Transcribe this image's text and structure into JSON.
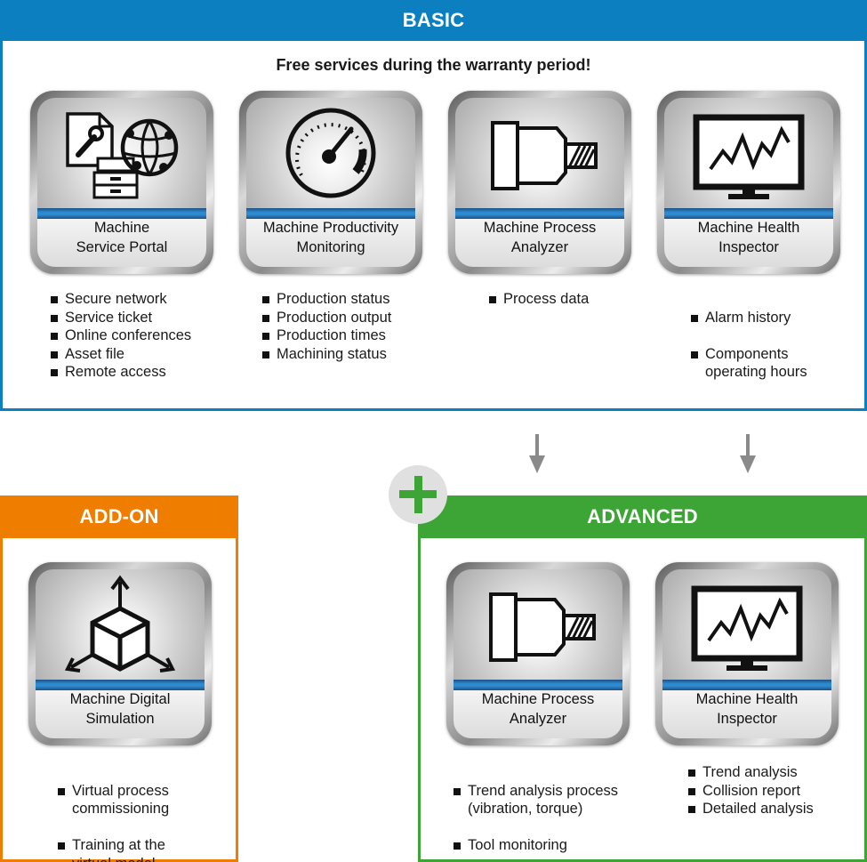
{
  "basic": {
    "title": "BASIC",
    "subtitle": "Free services during the warranty period!",
    "accent": "#0b7fc0",
    "products": [
      {
        "icon": "service-portal-icon",
        "label_lines": [
          "Machine",
          "Service Portal"
        ],
        "features": [
          "Secure network",
          "Service ticket",
          "Online conferences",
          "Asset file",
          "Remote access"
        ]
      },
      {
        "icon": "gauge-icon",
        "label_lines": [
          "Machine Productivity",
          "Monitoring"
        ],
        "features": [
          "Production status",
          "Production output",
          "Production times",
          "Machining status"
        ]
      },
      {
        "icon": "spindle-icon",
        "label_lines": [
          "Machine Process",
          "Analyzer"
        ],
        "features": [
          "Process data"
        ]
      },
      {
        "icon": "monitor-chart-icon",
        "label_lines": [
          "Machine Health",
          "Inspector"
        ],
        "features": [
          "Alarm history",
          "Components\noperating hours"
        ]
      }
    ]
  },
  "addon": {
    "title": "ADD-ON",
    "accent": "#ef7d00",
    "products": [
      {
        "icon": "cube-3d-icon",
        "label_lines": [
          "Machine Digital",
          "Simulation"
        ],
        "features": [
          "Virtual process\ncommissioning",
          "Training at the\nvirtual model"
        ]
      }
    ]
  },
  "advanced": {
    "title": "ADVANCED",
    "accent": "#3ca535",
    "products": [
      {
        "icon": "spindle-icon",
        "label_lines": [
          "Machine Process",
          "Analyzer"
        ],
        "features": [
          "Trend analysis process\n(vibration, torque)",
          "Tool monitoring"
        ]
      },
      {
        "icon": "monitor-chart-icon",
        "label_lines": [
          "Machine Health",
          "Inspector"
        ],
        "features": [
          "Trend analysis",
          "Collision report",
          "Detailed analysis"
        ]
      }
    ]
  },
  "connectors": {
    "arrow_icon": "arrow-down-icon",
    "plus_icon": "plus-icon",
    "plus_color": "#3ca535"
  }
}
